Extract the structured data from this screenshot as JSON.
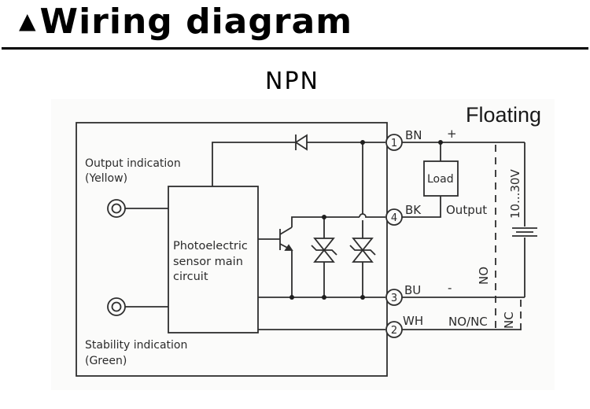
{
  "header": {
    "marker": "▲",
    "title": "Wiring diagram"
  },
  "subtitle": "NPN",
  "diagram": {
    "mode_label": "Floating",
    "indicators": {
      "output": {
        "line1": "Output indication",
        "line2": "(Yellow)"
      },
      "stability": {
        "line1": "Stability indication",
        "line2": "(Green)"
      }
    },
    "main_circuit": {
      "line1": "Photoelectric",
      "line2": "sensor main",
      "line3": "circuit"
    },
    "terminals": [
      {
        "number": "1",
        "wire": "BN",
        "polarity": "+"
      },
      {
        "number": "4",
        "wire": "BK",
        "function": "Output"
      },
      {
        "number": "3",
        "wire": "BU",
        "polarity": "-"
      },
      {
        "number": "2",
        "wire": "WH",
        "function": "NO/NC"
      }
    ],
    "load_label": "Load",
    "supply_label": "10...30V",
    "switch_labels": {
      "no": "NO",
      "nc": "NC"
    }
  }
}
